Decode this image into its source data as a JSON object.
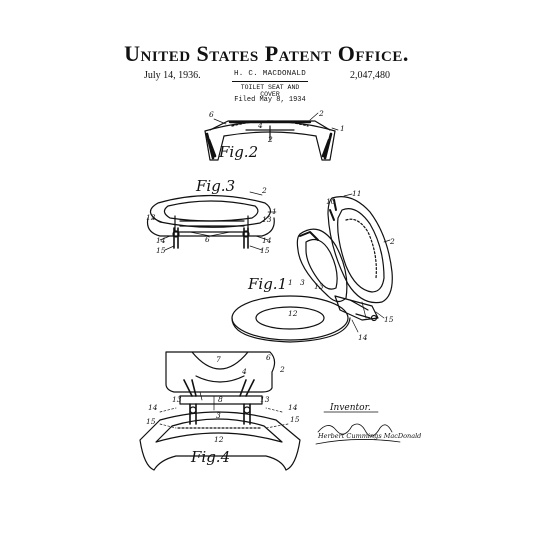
{
  "header": {
    "title": "United States Patent Office.",
    "date": "July 14, 1936.",
    "inventor": "H. C. MACDONALD",
    "patent_number": "2,047,480",
    "invention_title": "TOILET SEAT AND COVER",
    "filed": "Filed May 8, 1934"
  },
  "figures": {
    "fig1": "Fig.1",
    "fig2": "Fig.2",
    "fig3": "Fig.3",
    "fig4": "Fig.4"
  },
  "refs": {
    "fig2": [
      "2",
      "6",
      "1",
      "4",
      "2"
    ],
    "fig3": [
      "2",
      "1",
      "13",
      "13",
      "14",
      "14",
      "15",
      "15",
      "6"
    ],
    "fig1": [
      "11",
      "10",
      "2",
      "1",
      "3",
      "12",
      "13",
      "15",
      "14"
    ],
    "fig4": [
      "7",
      "6",
      "2",
      "4",
      "13",
      "13",
      "8",
      "14",
      "14",
      "15",
      "15",
      "3",
      "12"
    ]
  },
  "signature": {
    "inventor_label": "Inventor.",
    "name": "Herbert Cummings MacDonald"
  }
}
